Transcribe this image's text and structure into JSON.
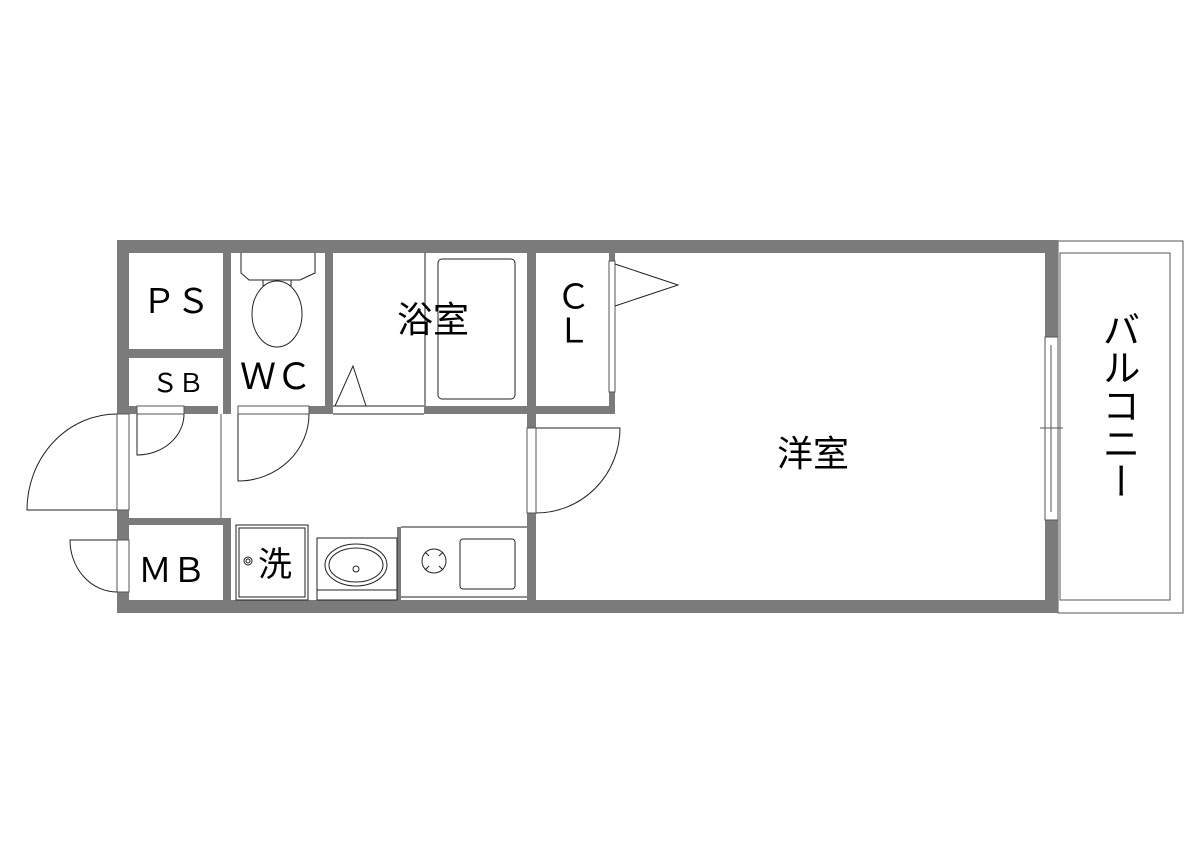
{
  "floor_plan": {
    "rooms": {
      "ps": "ＰＳ",
      "sb": "ＳＢ",
      "wc": "ＷＣ",
      "bath": "浴室",
      "closet": "ＣＬ",
      "western_room": "洋室",
      "balcony": "バルコニー",
      "mb": "ＭＢ",
      "washer": "洗"
    },
    "colors": {
      "wall": "#7b7b7b",
      "line": "#222222",
      "background": "#ffffff"
    }
  }
}
